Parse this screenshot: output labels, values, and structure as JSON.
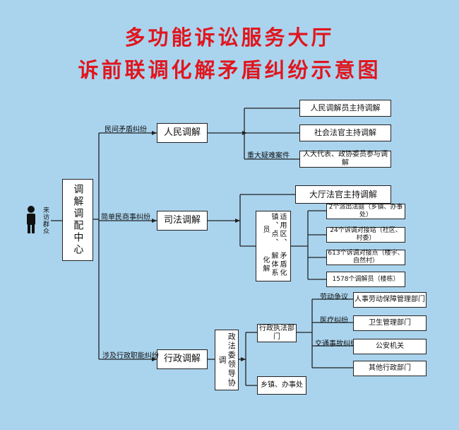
{
  "title_line1": "多功能诉讼服务大厅",
  "title_line2": "诉前联调化解矛盾纠纷示意图",
  "visitor": "来访群众",
  "center": "调解调配中心",
  "branches": {
    "civil": {
      "edge": "民间矛盾纠纷",
      "node": "人民调解"
    },
    "simple": {
      "edge": "简单民商事纠纷",
      "node": "司法调解"
    },
    "admin": {
      "edge": "涉及行政职能纠纷",
      "node": "行政调解"
    }
  },
  "civil_targets": [
    "人民调解员主持调解",
    "社会法官主持调解",
    "人大代表、政协委员参与调解"
  ],
  "civil_edge_major": "重大疑难案件",
  "judicial": {
    "hall": "大厅法官主持调解",
    "left_box": "适用区、镇、点、员",
    "right_box": "矛盾化解体系化解",
    "targets": [
      "2个派出法庭（乡镇、办事处）",
      "24个诉调对接站（社区、村委）",
      "613个诉调对接点（楼宇、自然村）",
      "1578个调解员（楼栋）"
    ]
  },
  "admin": {
    "coord": "政法委领导协调",
    "law_dept": "行政执法部门",
    "township": "乡镇、办事处",
    "edges": [
      "劳动争议",
      "医疗纠纷",
      "交通事故纠纷"
    ],
    "targets": [
      "人事劳动保障管理部门",
      "卫生管理部门",
      "公安机关",
      "其他行政部门"
    ]
  }
}
